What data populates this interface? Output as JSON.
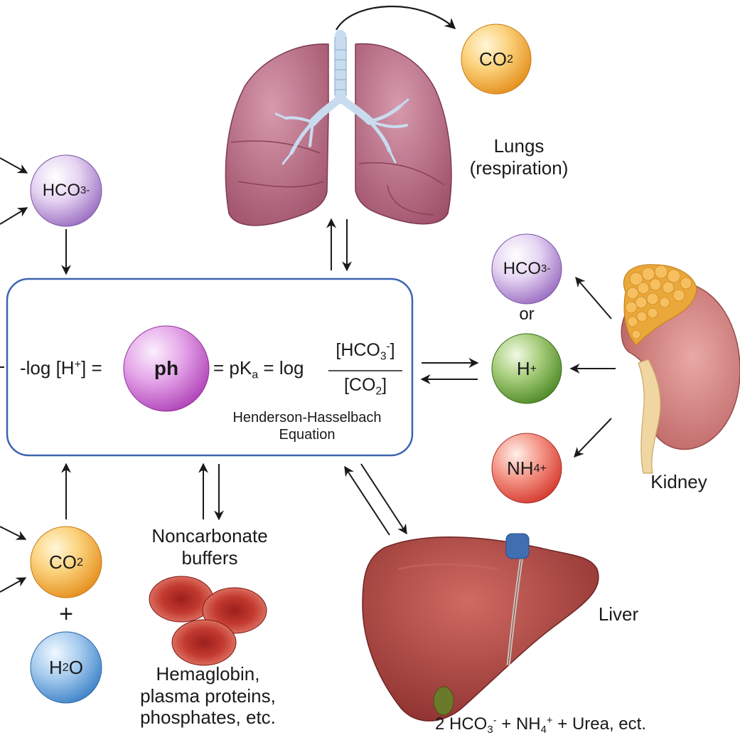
{
  "balls": {
    "hco3_left": {
      "base": "HCO",
      "sub": "3",
      "sup": "-"
    },
    "hco3_right": {
      "base": "HCO",
      "sub": "3",
      "sup": "-"
    },
    "co2_top": {
      "base": "CO",
      "sub": "2"
    },
    "co2_bottom": {
      "base": "CO",
      "sub": "2"
    },
    "h2o": {
      "pre": "H",
      "sub": "2",
      "post": "O"
    },
    "h_plus": {
      "base": "H",
      "sup": "+"
    },
    "nh4": {
      "base": "NH",
      "sub": "4",
      "sup": "+"
    },
    "ph": "ph"
  },
  "labels": {
    "lungs": "Lungs",
    "lungs_sub": "(respiration)",
    "or": "or",
    "kidney": "Kidney",
    "liver": "Liver",
    "plus": "+",
    "noncarbonate_1": "Noncarbonate",
    "noncarbonate_2": "buffers",
    "buffers_list_1": "Hemaglobin,",
    "buffers_list_2": "plasma proteins,",
    "buffers_list_3": "phosphates, etc.",
    "liver_products_a": "2 HCO",
    "liver_products_a_sub": "3",
    "liver_products_a_sup": "-",
    "liver_products_b": " + NH",
    "liver_products_b_sub": "4",
    "liver_products_b_sup": "+",
    "liver_products_c": " + Urea, ect."
  },
  "equation": {
    "lhs_a": "-log [H",
    "lhs_sup": "+",
    "lhs_b": "] =",
    "mid_a": "= pK",
    "mid_sub": "a",
    "mid_b": " = log",
    "num_a": "[HCO",
    "num_sub": "3",
    "num_sup": "-",
    "num_b": "]",
    "den_a": "[CO",
    "den_sub": "2",
    "den_b": "]",
    "caption_1": "Henderson-Hasselbach",
    "caption_2": "Equation"
  },
  "colors": {
    "purple": "#c8a8e0",
    "orange": "#f7b850",
    "green": "#7fb24a",
    "red": "#ee6a5c",
    "blue": "#7fb3e0",
    "magenta": "#d27bd8",
    "box_border": "#3d64b0",
    "lung": "#b5677e",
    "kidney": "#c5787b",
    "liver": "#a6423e"
  }
}
